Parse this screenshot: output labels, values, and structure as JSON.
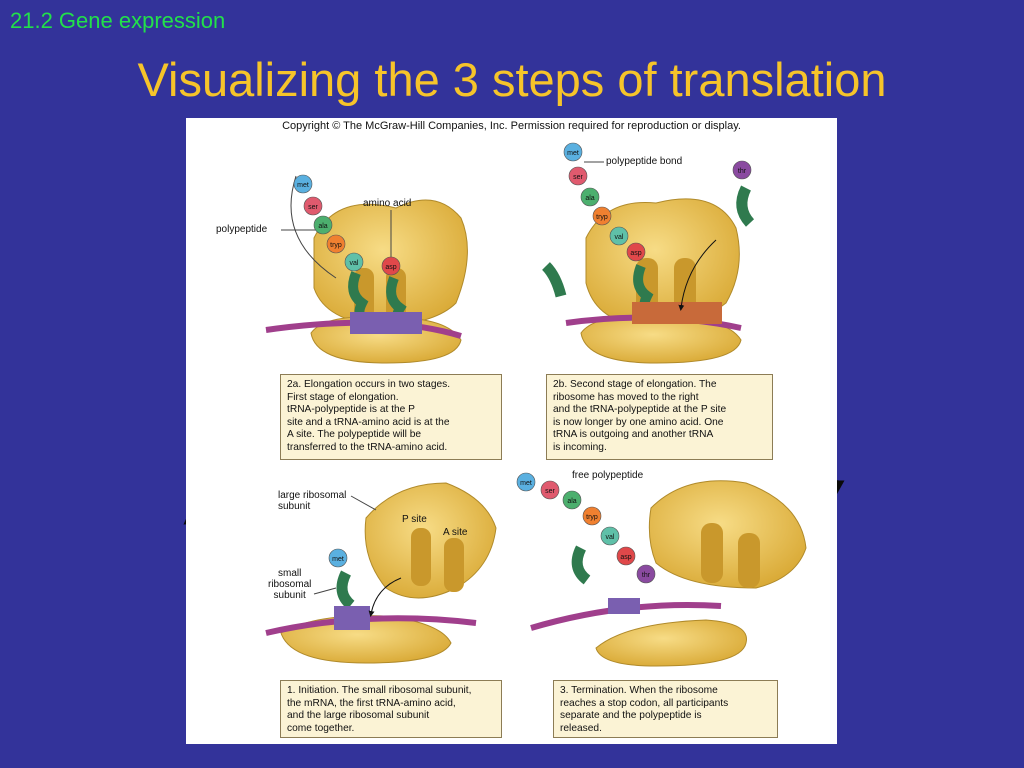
{
  "header": {
    "section": "21.2 Gene expression",
    "title": "Visualizing the 3 steps of translation"
  },
  "figure": {
    "copyright": "Copyright © The McGraw-Hill Companies, Inc. Permission required for reproduction or display.",
    "captions": {
      "step_2a": "2a. Elongation occurs in two stages.\n    First stage of elongation.\n    tRNA-polypeptide is at the P\n    site and a tRNA-amino acid is at the\n    A site. The polypeptide will be\n    transferred to the tRNA-amino acid.",
      "step_2b": "2b. Second stage of elongation. The\n    ribosome has moved to the right\n    and the tRNA-polypeptide at the P site\n    is now longer by one amino acid. One\n    tRNA is outgoing and another tRNA\n    is incoming.",
      "step_1": "1. Initiation. The small ribosomal subunit,\n    the mRNA, the first tRNA-amino acid,\n    and the large ribosomal subunit\n    come together.",
      "step_3": "3. Termination. When the ribosome\n    reaches a stop codon, all participants\n    separate and the polypeptide is\n    released."
    },
    "labels": {
      "polypeptide": "polypeptide",
      "amino_acid": "amino acid",
      "polypeptide_bond": "polypeptide bond",
      "free_polypeptide": "free polypeptide",
      "large_subunit": "large ribosomal\nsubunit",
      "small_subunit": "small\nribosomal\nsubunit",
      "p_site": "P site",
      "a_site": "A site"
    },
    "amino_acids": {
      "met": "met",
      "ser": "ser",
      "ala": "ala",
      "tryp": "tryp",
      "val": "val",
      "asp": "asp",
      "thr": "thr"
    },
    "colors": {
      "background": "#33339a",
      "title": "#f6c42a",
      "section": "#22e04a",
      "ribosome": "#e8bd52",
      "trna": "#2f7a4e",
      "mrna": "#a03f8c",
      "met": "#5ab0e0",
      "ser": "#e05a6e",
      "ala": "#4caf6e",
      "tryp": "#f08030",
      "val": "#5fc0a8",
      "asp": "#e0484a",
      "thr": "#8a4aa0"
    }
  }
}
